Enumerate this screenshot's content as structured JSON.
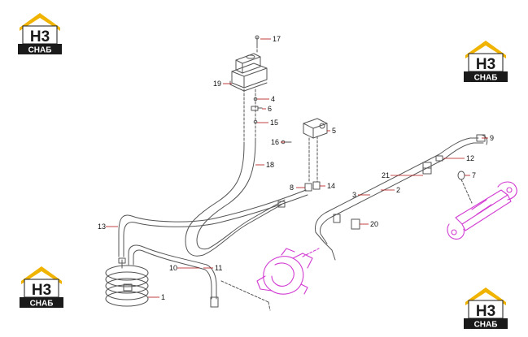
{
  "brand": {
    "logo_letters": "H3",
    "logo_wordmark": "CHAБ",
    "colors": {
      "accent": "#f0b400",
      "dark": "#1a1a1a",
      "light": "#ffffff"
    }
  },
  "diagram": {
    "line_color": "#555555",
    "leader_color": "#b31010",
    "highlight_color": "#d23bd2",
    "callouts": [
      {
        "id": "c17",
        "label": "17"
      },
      {
        "id": "c19",
        "label": "19"
      },
      {
        "id": "c4",
        "label": "4"
      },
      {
        "id": "c6",
        "label": "6"
      },
      {
        "id": "c15",
        "label": "15"
      },
      {
        "id": "c5",
        "label": "5"
      },
      {
        "id": "c16",
        "label": "16"
      },
      {
        "id": "c18",
        "label": "18"
      },
      {
        "id": "c9",
        "label": "9"
      },
      {
        "id": "c12",
        "label": "12"
      },
      {
        "id": "c7",
        "label": "7"
      },
      {
        "id": "c21",
        "label": "21"
      },
      {
        "id": "c2",
        "label": "2"
      },
      {
        "id": "c3",
        "label": "3"
      },
      {
        "id": "c8",
        "label": "8"
      },
      {
        "id": "c14",
        "label": "14"
      },
      {
        "id": "c13",
        "label": "13"
      },
      {
        "id": "c20",
        "label": "20"
      },
      {
        "id": "c10",
        "label": "10"
      },
      {
        "id": "c11",
        "label": "11"
      },
      {
        "id": "c1",
        "label": "1"
      }
    ]
  }
}
